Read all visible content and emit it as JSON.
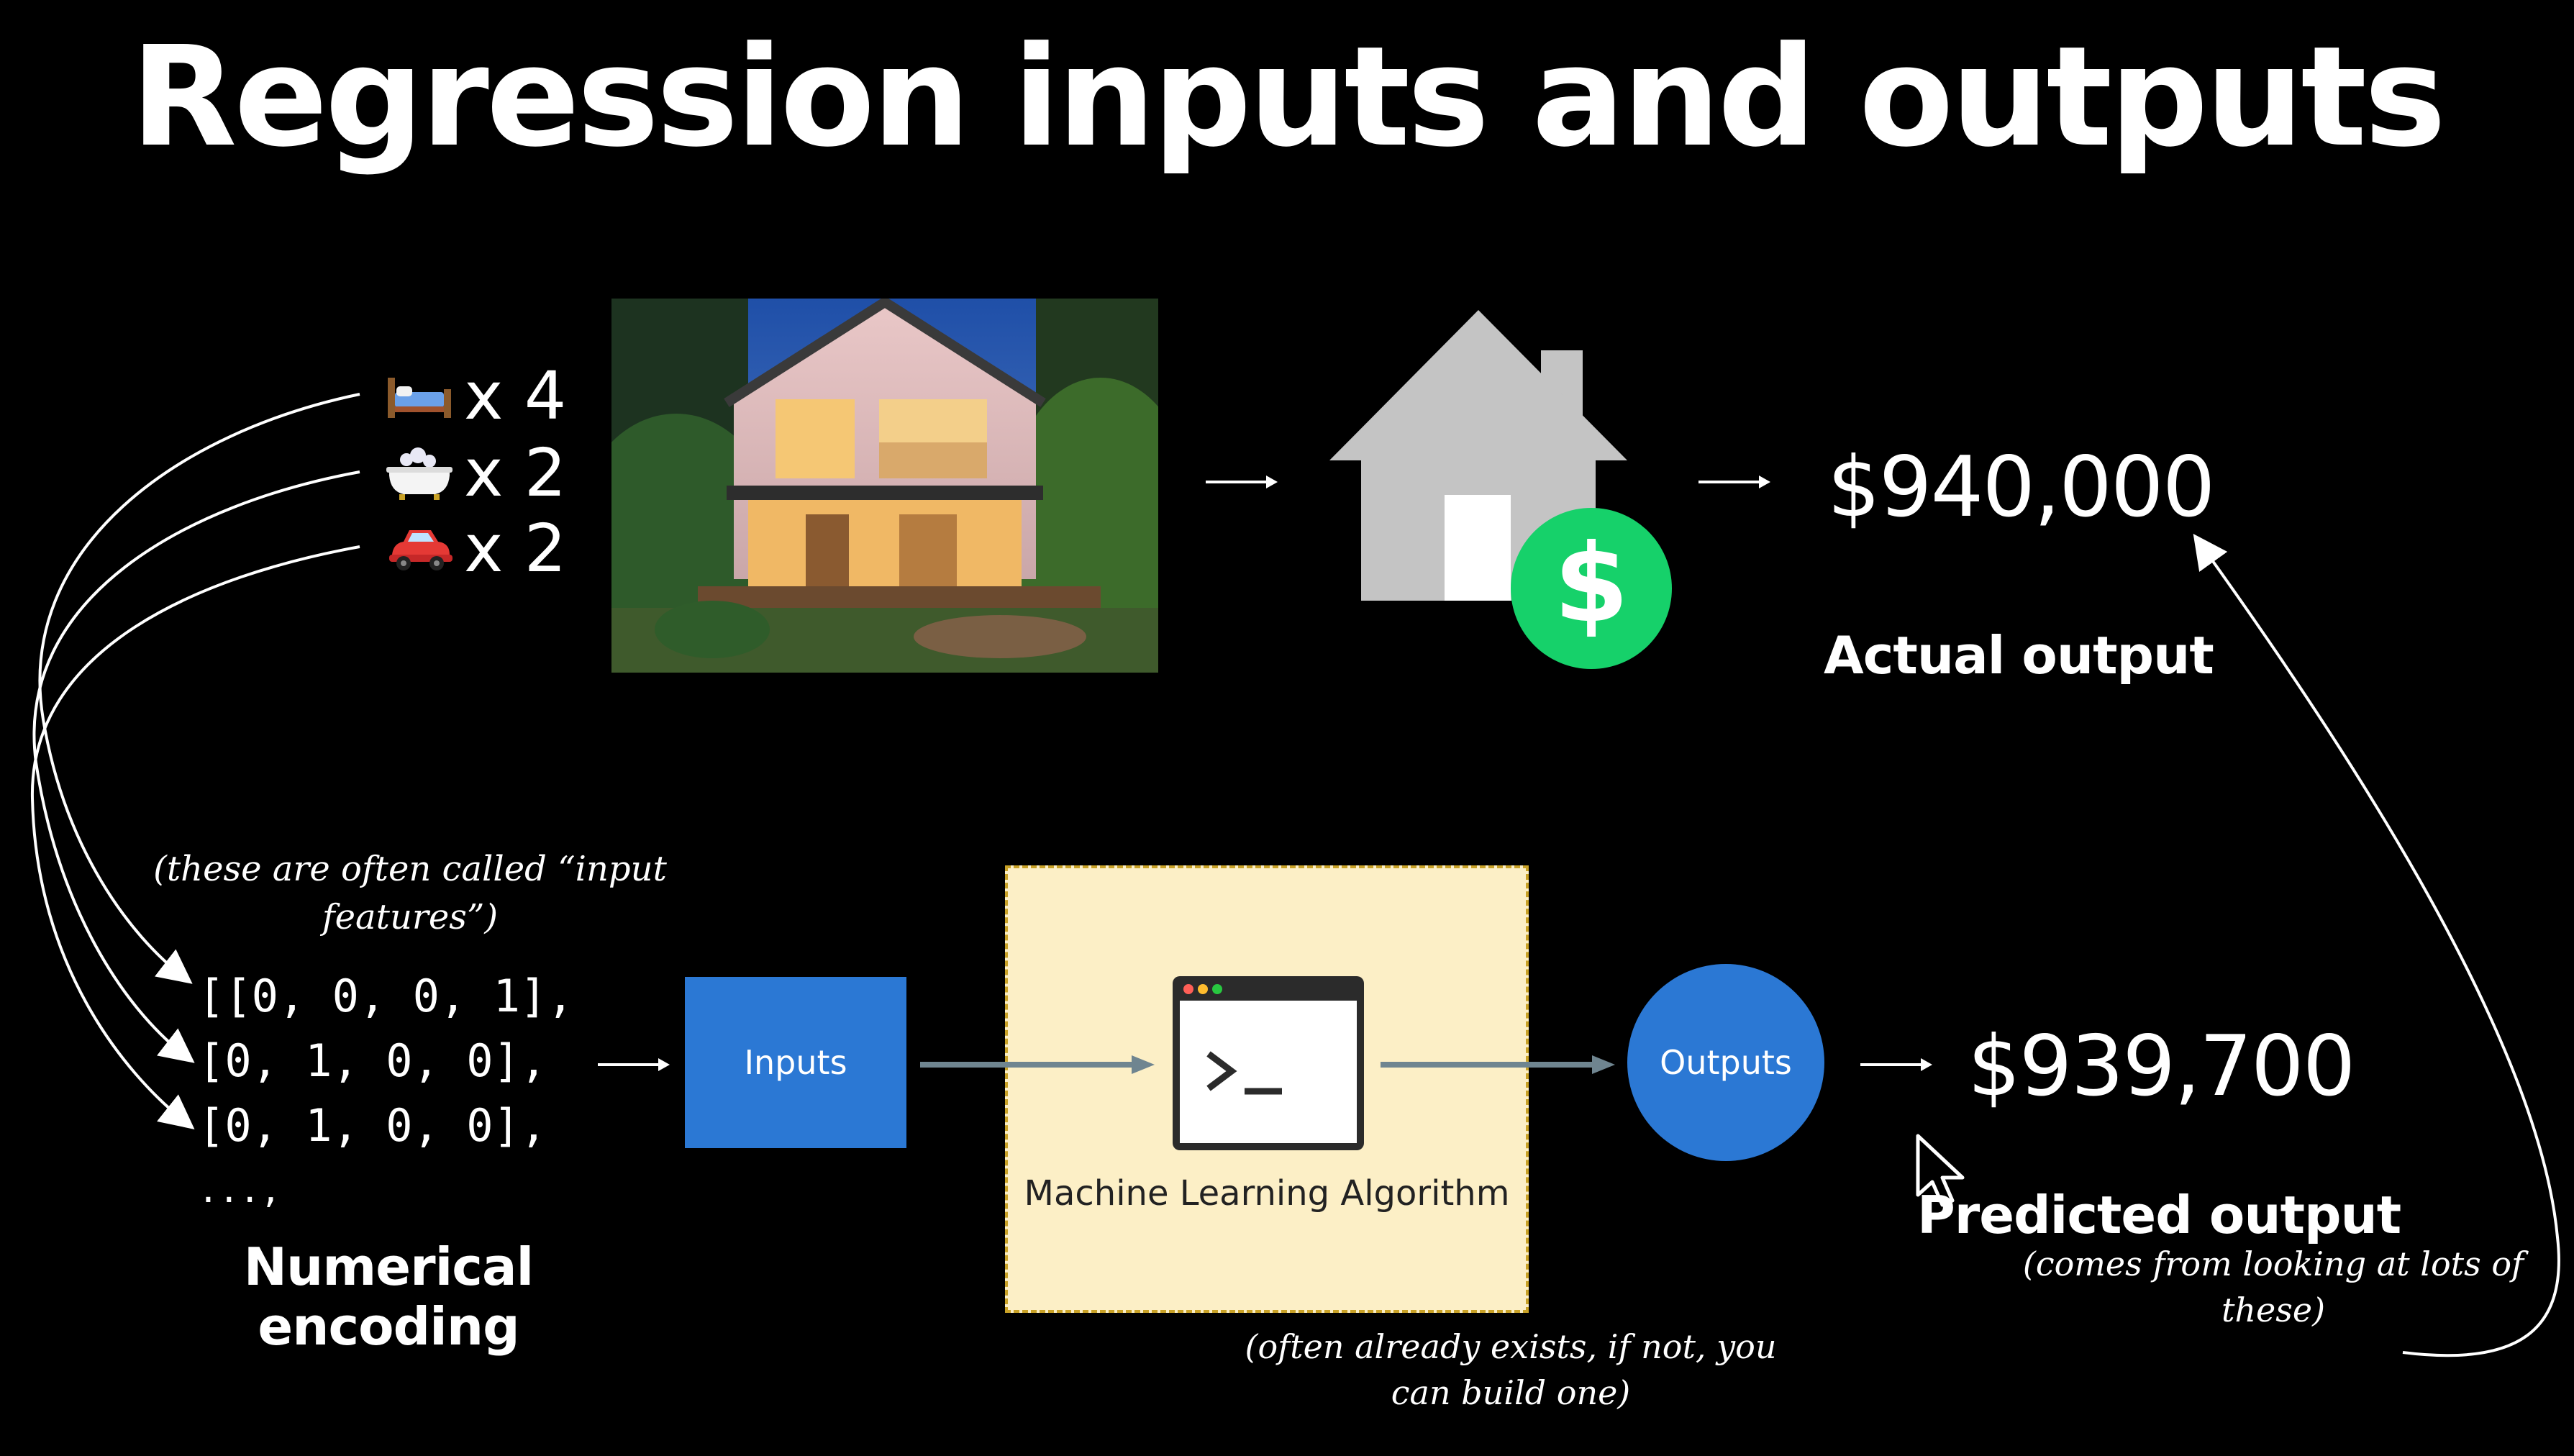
{
  "slide": {
    "title": "Regression inputs and outputs"
  },
  "features": [
    {
      "icon": "bed-icon",
      "label": "x 4"
    },
    {
      "icon": "bathtub-icon",
      "label": "x 2"
    },
    {
      "icon": "car-icon",
      "label": "x 2"
    }
  ],
  "top": {
    "actual_price": "$940,000",
    "actual_label": "Actual output",
    "house_photo_icon": "house-photo",
    "house_dollar_icon": "house-dollar-icon"
  },
  "encoding": {
    "note": "(these are often called “input features”)",
    "rows": [
      "[[0, 0, 0, 1],",
      "[0, 1, 0, 0],",
      "[0, 1, 0, 0],",
      "...,"
    ],
    "label": "Numerical encoding"
  },
  "pipeline": {
    "inputs_label": "Inputs",
    "algorithm_label": "Machine Learning Algorithm",
    "algorithm_note": "(often already exists, if not, you can build one)",
    "outputs_label": "Outputs",
    "predicted_price": "$939,700",
    "predicted_label": "Predicted output",
    "predicted_note": "(comes from looking at lots of these)"
  },
  "colors": {
    "background": "#000000",
    "blue": "#2b78d4",
    "ml_box_fill": "#fcefc6",
    "ml_box_border": "#c9a227",
    "dollar_green": "#16d16a",
    "house_gray": "#c4c4c4",
    "arrow_gray": "#6f8590"
  }
}
